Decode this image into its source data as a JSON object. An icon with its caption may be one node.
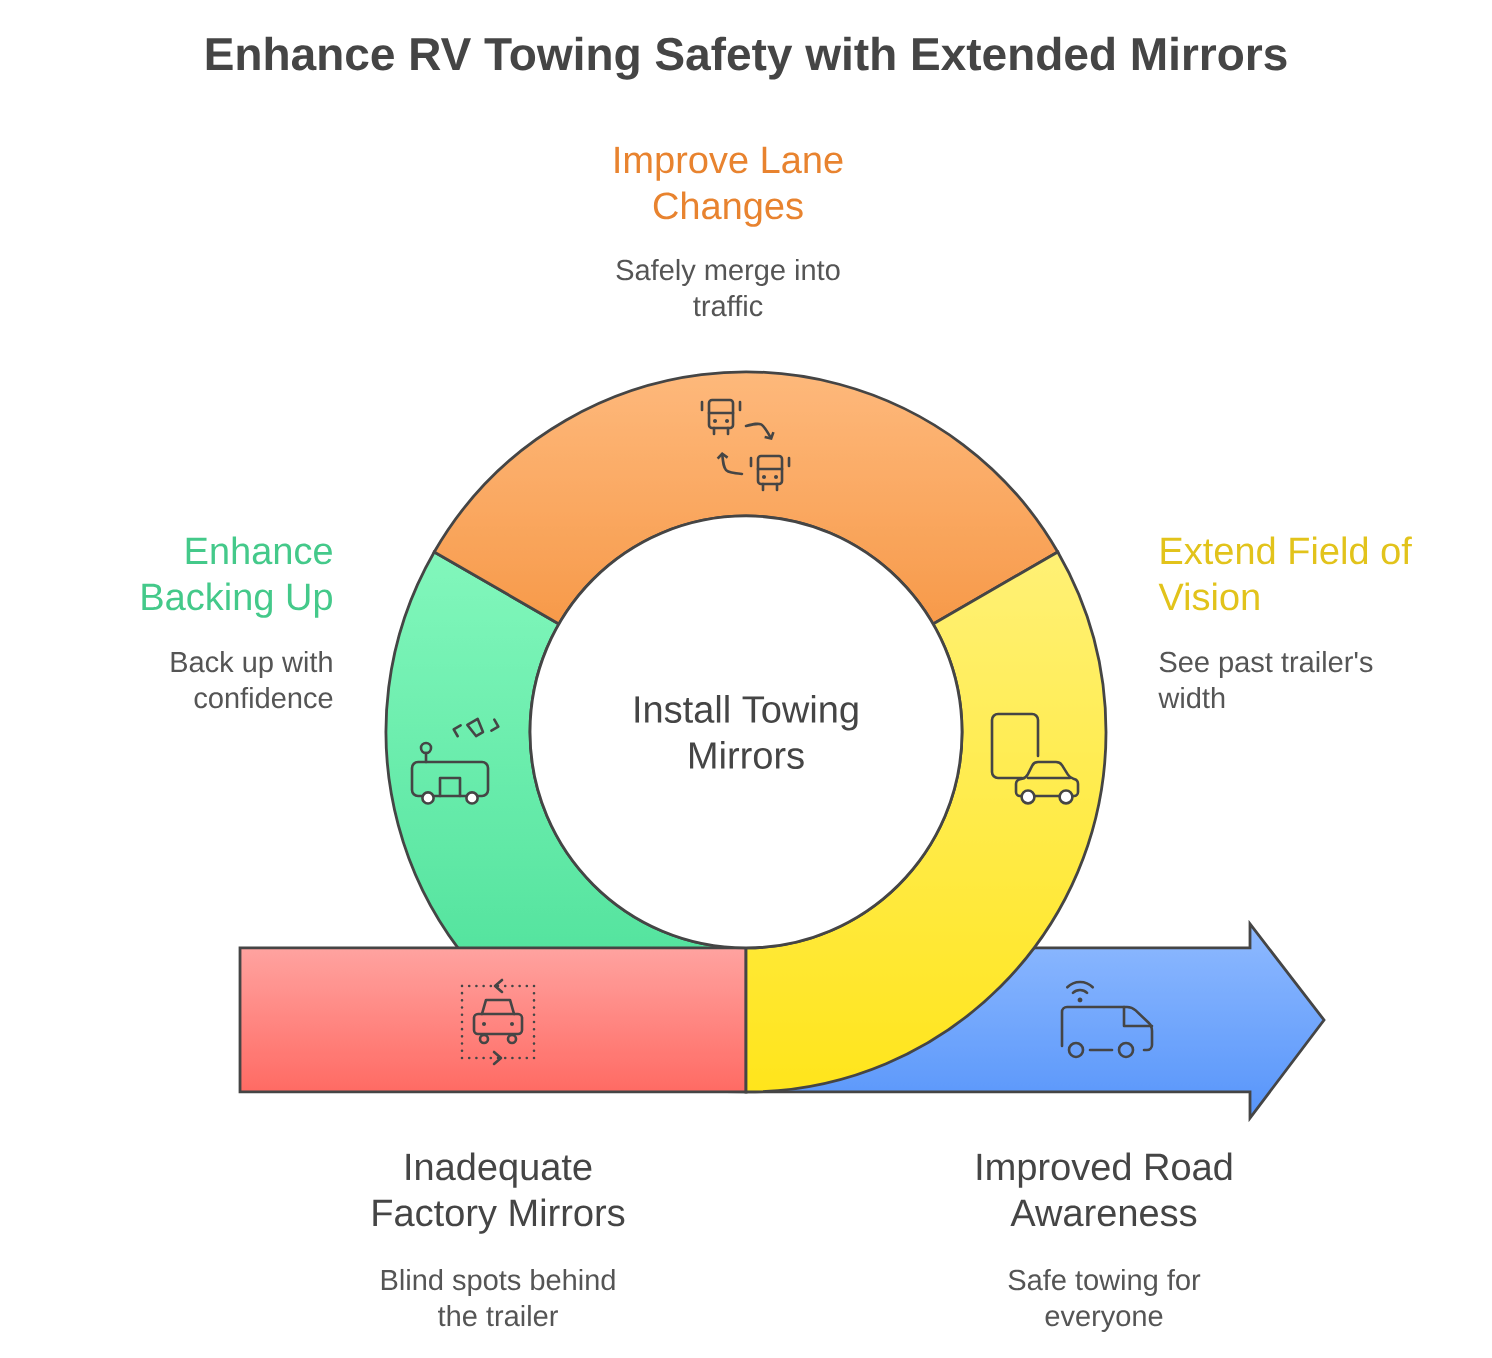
{
  "diagram": {
    "title": "Enhance RV Towing Safety with Extended Mirrors",
    "nodes": [
      {
        "text": [
          "Improve Lane Changes",
          "Safely merge into traffic"
        ]
      },
      {
        "text": [
          "Enhance Backing Up",
          "Back up with confidence"
        ]
      },
      {
        "text": [
          "Extend Field of Vision",
          "See past trailer's width"
        ]
      },
      {
        "text": [
          "Install Towing Mirrors"
        ]
      },
      {
        "text": [
          "Inadequate Factory Mirrors",
          "Blind spots behind the trailer"
        ]
      },
      {
        "text": [
          "Improved Road Awareness",
          "Safe towing for everyone"
        ]
      }
    ]
  }
}
